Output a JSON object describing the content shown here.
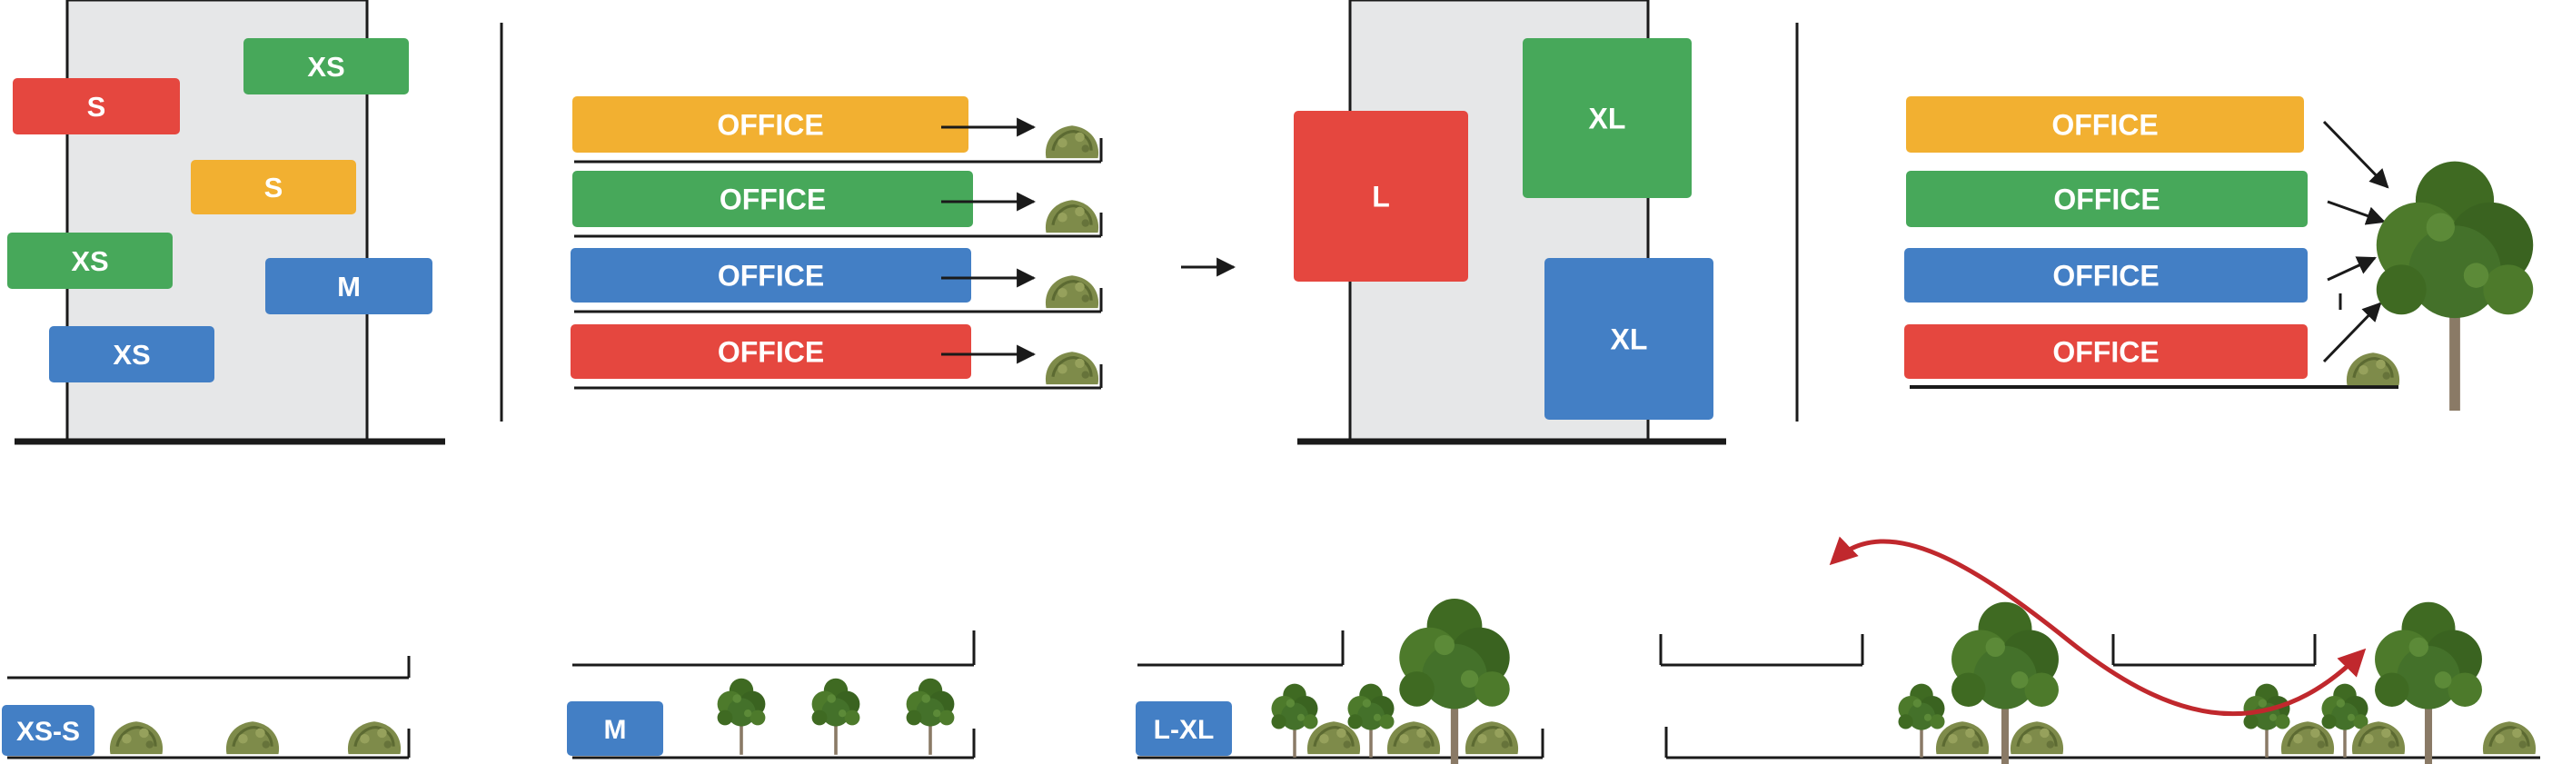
{
  "colors": {
    "red": "#E5473F",
    "green": "#47A85A",
    "blue": "#437FC5",
    "yellow": "#F2B031",
    "building": "#E6E7E8",
    "line": "#1a1a1a",
    "arrow_red": "#C0282D",
    "tree": "#3F6A22",
    "shrub": "#7E8B4A"
  },
  "panel1": {
    "blocks": [
      {
        "label": "XS",
        "color": "green"
      },
      {
        "label": "S",
        "color": "red"
      },
      {
        "label": "S",
        "color": "yellow"
      },
      {
        "label": "XS",
        "color": "green"
      },
      {
        "label": "M",
        "color": "blue"
      },
      {
        "label": "XS",
        "color": "blue"
      }
    ]
  },
  "panel2": {
    "bars": [
      {
        "label": "OFFICE",
        "color": "yellow"
      },
      {
        "label": "OFFICE",
        "color": "green"
      },
      {
        "label": "OFFICE",
        "color": "blue"
      },
      {
        "label": "OFFICE",
        "color": "red"
      }
    ]
  },
  "panel3": {
    "blocks": [
      {
        "label": "L",
        "color": "red"
      },
      {
        "label": "XL",
        "color": "green"
      },
      {
        "label": "XL",
        "color": "blue"
      }
    ]
  },
  "panel4": {
    "bars": [
      {
        "label": "OFFICE",
        "color": "yellow"
      },
      {
        "label": "OFFICE",
        "color": "green"
      },
      {
        "label": "OFFICE",
        "color": "blue"
      },
      {
        "label": "OFFICE",
        "color": "red"
      }
    ]
  },
  "bottom": {
    "tags": [
      {
        "label": "XS-S",
        "color": "blue"
      },
      {
        "label": "M",
        "color": "blue"
      },
      {
        "label": "L-XL",
        "color": "blue"
      }
    ]
  }
}
